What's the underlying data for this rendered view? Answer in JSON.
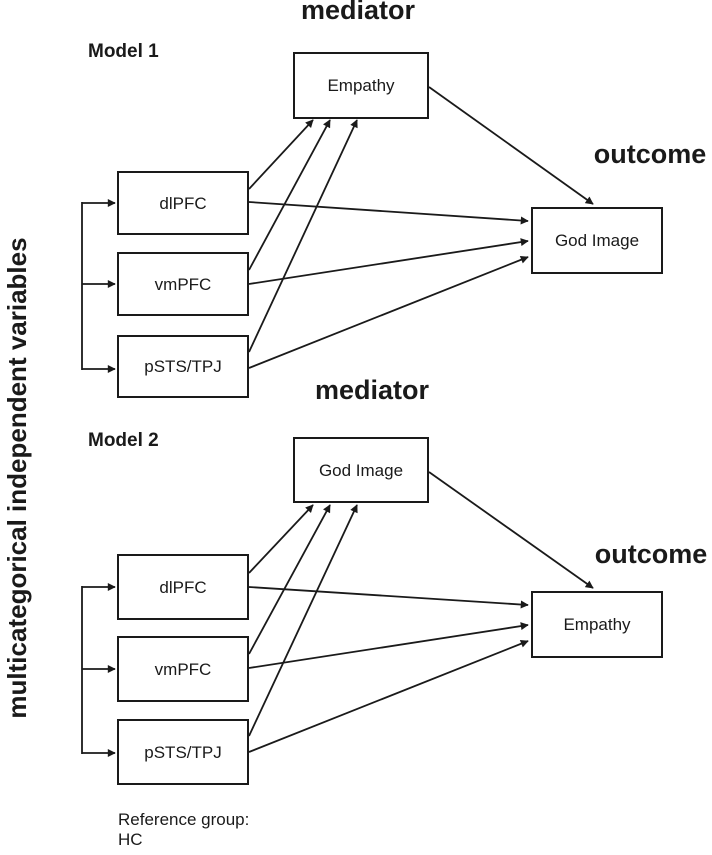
{
  "figure": {
    "background": "#ffffff",
    "ink": "#1a1a1a",
    "side_label": "multicategorical independent variables",
    "reference": {
      "line1": "Reference group:",
      "line2": "HC"
    },
    "models": [
      {
        "title": "Model 1",
        "role_mediator": "mediator",
        "role_outcome": "outcome",
        "mediator": "Empathy",
        "outcome": "God Image",
        "predictors": [
          "dlPFC",
          "vmPFC",
          "pSTS/TPJ"
        ]
      },
      {
        "title": "Model 2",
        "role_mediator": "mediator",
        "role_outcome": "outcome",
        "mediator": "God Image",
        "outcome": "Empathy",
        "predictors": [
          "dlPFC",
          "vmPFC",
          "pSTS/TPJ"
        ]
      }
    ]
  }
}
